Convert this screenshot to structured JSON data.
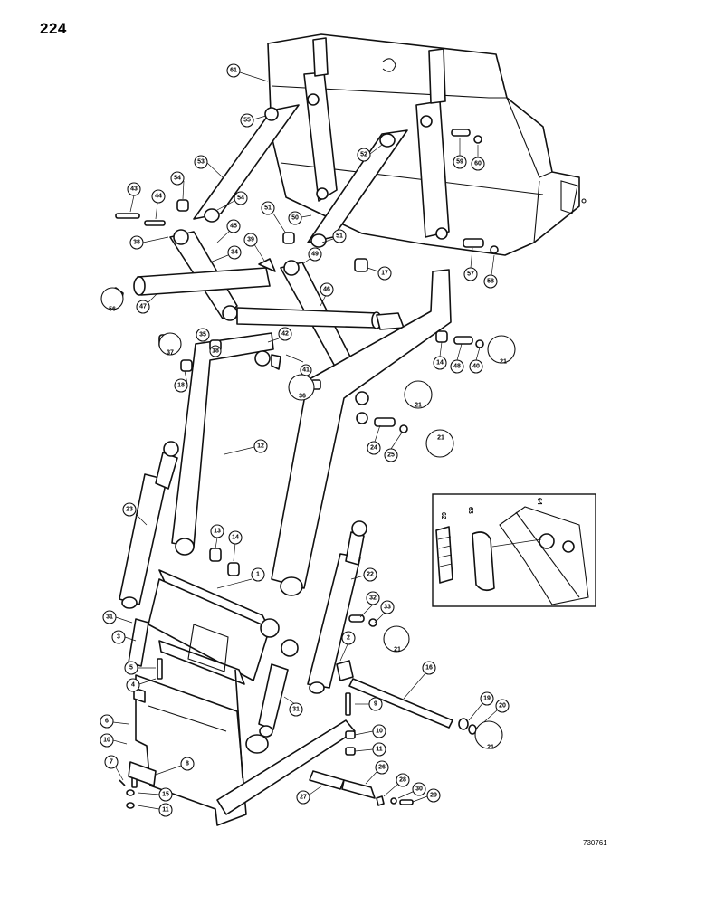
{
  "page": {
    "number": "224",
    "figure_code": "730761"
  },
  "callouts": [
    {
      "id": "c1",
      "label": "61"
    },
    {
      "id": "c2",
      "label": "55"
    },
    {
      "id": "c3",
      "label": "53"
    },
    {
      "id": "c4",
      "label": "52"
    },
    {
      "id": "c5",
      "label": "59"
    },
    {
      "id": "c6",
      "label": "60"
    },
    {
      "id": "c7",
      "label": "54"
    },
    {
      "id": "c8",
      "label": "54"
    },
    {
      "id": "c9",
      "label": "43"
    },
    {
      "id": "c10",
      "label": "44"
    },
    {
      "id": "c11",
      "label": "45"
    },
    {
      "id": "c12",
      "label": "51"
    },
    {
      "id": "c13",
      "label": "50"
    },
    {
      "id": "c14",
      "label": "38"
    },
    {
      "id": "c15",
      "label": "34"
    },
    {
      "id": "c16",
      "label": "39"
    },
    {
      "id": "c17",
      "label": "49"
    },
    {
      "id": "c18",
      "label": "51"
    },
    {
      "id": "c19",
      "label": "17"
    },
    {
      "id": "c20",
      "label": "57"
    },
    {
      "id": "c21",
      "label": "58"
    },
    {
      "id": "c22",
      "label": "56"
    },
    {
      "id": "c23",
      "label": "47"
    },
    {
      "id": "c24",
      "label": "46"
    },
    {
      "id": "c25",
      "label": "35"
    },
    {
      "id": "c26",
      "label": "37"
    },
    {
      "id": "c27",
      "label": "18"
    },
    {
      "id": "c28",
      "label": "42"
    },
    {
      "id": "c29",
      "label": "14"
    },
    {
      "id": "c30",
      "label": "48"
    },
    {
      "id": "c31",
      "label": "40"
    },
    {
      "id": "c32",
      "label": "21"
    },
    {
      "id": "c33",
      "label": "18"
    },
    {
      "id": "c34",
      "label": "41"
    },
    {
      "id": "c35",
      "label": "36"
    },
    {
      "id": "c36",
      "label": "21"
    },
    {
      "id": "c37",
      "label": "12"
    },
    {
      "id": "c38",
      "label": "24"
    },
    {
      "id": "c39",
      "label": "25"
    },
    {
      "id": "c40",
      "label": "21"
    },
    {
      "id": "c41",
      "label": "23"
    },
    {
      "id": "c42",
      "label": "13"
    },
    {
      "id": "c43",
      "label": "14"
    },
    {
      "id": "c44",
      "label": "1"
    },
    {
      "id": "c45",
      "label": "22"
    },
    {
      "id": "c46",
      "label": "31"
    },
    {
      "id": "c47",
      "label": "3"
    },
    {
      "id": "c48",
      "label": "32"
    },
    {
      "id": "c49",
      "label": "33"
    },
    {
      "id": "c50",
      "label": "21"
    },
    {
      "id": "c51",
      "label": "5"
    },
    {
      "id": "c52",
      "label": "4"
    },
    {
      "id": "c53",
      "label": "2"
    },
    {
      "id": "c54",
      "label": "16"
    },
    {
      "id": "c55",
      "label": "9"
    },
    {
      "id": "c56",
      "label": "31"
    },
    {
      "id": "c57",
      "label": "19"
    },
    {
      "id": "c58",
      "label": "20"
    },
    {
      "id": "c59",
      "label": "21"
    },
    {
      "id": "c60",
      "label": "6"
    },
    {
      "id": "c61",
      "label": "10"
    },
    {
      "id": "c62",
      "label": "10"
    },
    {
      "id": "c63",
      "label": "11"
    },
    {
      "id": "c64",
      "label": "7"
    },
    {
      "id": "c65",
      "label": "8"
    },
    {
      "id": "c66",
      "label": "26"
    },
    {
      "id": "c67",
      "label": "28"
    },
    {
      "id": "c68",
      "label": "27"
    },
    {
      "id": "c69",
      "label": "30"
    },
    {
      "id": "c70",
      "label": "29"
    },
    {
      "id": "c71",
      "label": "15"
    },
    {
      "id": "c72",
      "label": "11"
    }
  ],
  "inset": {
    "labels": [
      "62",
      "63",
      "64"
    ]
  }
}
